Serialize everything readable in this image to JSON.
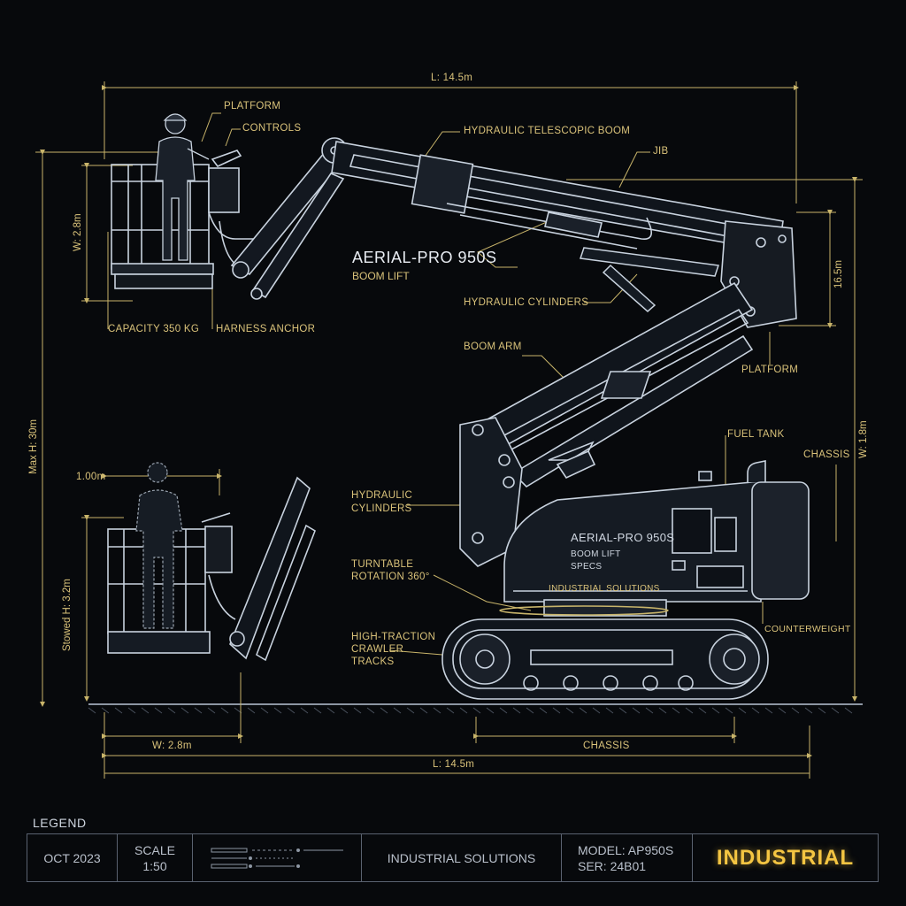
{
  "dimensions": {
    "top_length": "L: 14.5m",
    "bottom_length": "L: 14.5m",
    "basket_width_top": "W: 2.8m",
    "basket_width_bottom": "W: 2.8m",
    "max_height": "Max H: 30m",
    "stowed_height": "Stowed H: 3.2m",
    "right_height": "16.5m",
    "right_width": "W: 1.8m",
    "small_dim": "1.00m",
    "chassis_dim": "CHASSIS"
  },
  "callouts": {
    "platform": "PLATFORM",
    "controls": "CONTROLS",
    "telescopic_boom": "HYDRAULIC TELESCOPIC BOOM",
    "jib": "JIB",
    "capacity": "CAPACITY 350 KG",
    "harness": "HARNESS ANCHOR",
    "hydraulic_cylinders_upper": "HYDRAULIC CYLINDERS",
    "boom_arm": "BOOM ARM",
    "platform_right": "PLATFORM",
    "fuel_tank": "FUEL TANK",
    "chassis": "CHASSIS",
    "hydraulic_cylinders_lower": [
      "HYDRAULIC",
      "CYLINDERS"
    ],
    "turntable": [
      "TURNTABLE",
      "ROTATION 360°"
    ],
    "tracks": [
      "HIGH-TRACTION",
      "CRAWLER",
      "TRACKS"
    ],
    "counterweight": "COUNTERWEIGHT"
  },
  "product": {
    "name": "AERIAL-PRO 950S",
    "subtitle": "BOOM LIFT",
    "panel_name": "AERIAL-PRO 950S",
    "panel_sub1": "BOOM LIFT",
    "panel_sub2": "SPECS",
    "panel_brand": "INDUSTRIAL SOLUTIONS"
  },
  "legend": {
    "title": "LEGEND",
    "date": "OCT 2023",
    "scale_label": "SCALE",
    "scale_value": "1:50",
    "company": "INDUSTRIAL SOLUTIONS",
    "model": "MODEL: AP950S",
    "serial": "SER: 24B01",
    "brand": "INDUSTRIAL"
  },
  "colors": {
    "accent": "#d9c27a",
    "line": "#c8d2de",
    "brand": "#f4c542",
    "bg": "#07090c"
  }
}
